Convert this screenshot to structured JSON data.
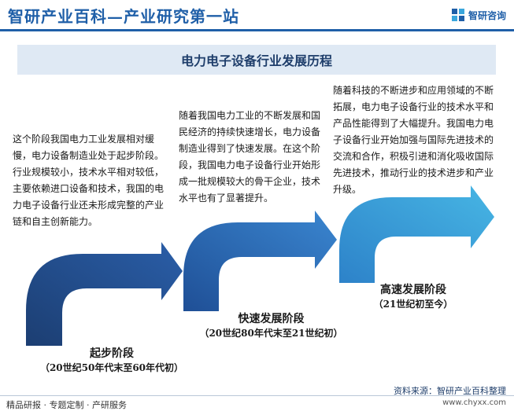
{
  "header": {
    "site_title": "智研产业百科—产业研究第一站",
    "logo_text": "智研咨询"
  },
  "title": "电力电子设备行业发展历程",
  "stages": [
    {
      "name": "起步阶段",
      "period": "（20世纪50年代末至60年代初）",
      "description": "这个阶段我国电力工业发展相对缓慢，电力设备制造业处于起步阶段。行业规模较小，技术水平相对较低，主要依赖进口设备和技术，我国的电力电子设备行业还未形成完整的产业链和自主创新能力。",
      "icon": "pen-icon"
    },
    {
      "name": "快速发展阶段",
      "period": "（20世纪80年代末至21世纪初）",
      "description": "随着我国电力工业的不断发展和国民经济的持续快速增长，电力设备制造业得到了快速发展。在这个阶段，我国电力电子设备行业开始形成一批规模较大的骨干企业，技术水平也有了显著提升。",
      "icon": "paperclip-icon"
    },
    {
      "name": "高速发展阶段",
      "period": "（21世纪初至今）",
      "description": "随着科技的不断进步和应用领域的不断拓展，电力电子设备行业的技术水平和产品性能得到了大幅提升。我国电力电子设备行业开始加强与国际先进技术的交流和合作，积极引进和消化吸收国际先进技术，推动行业的技术进步和产业升级。",
      "icon": "lightbulb-icon"
    }
  ],
  "footer": {
    "left": "精品研报 · 专题定制 · 产研服务",
    "source": "资料来源：智研产业百科整理",
    "url": "www.chyxx.com"
  },
  "colors": {
    "brand": "#1f5fa8",
    "arrow_dark": "#1c3e72",
    "arrow_mid": "#2c6cc0",
    "arrow_light": "#3aa6dc",
    "banner_bg": "#dfe9f4"
  }
}
